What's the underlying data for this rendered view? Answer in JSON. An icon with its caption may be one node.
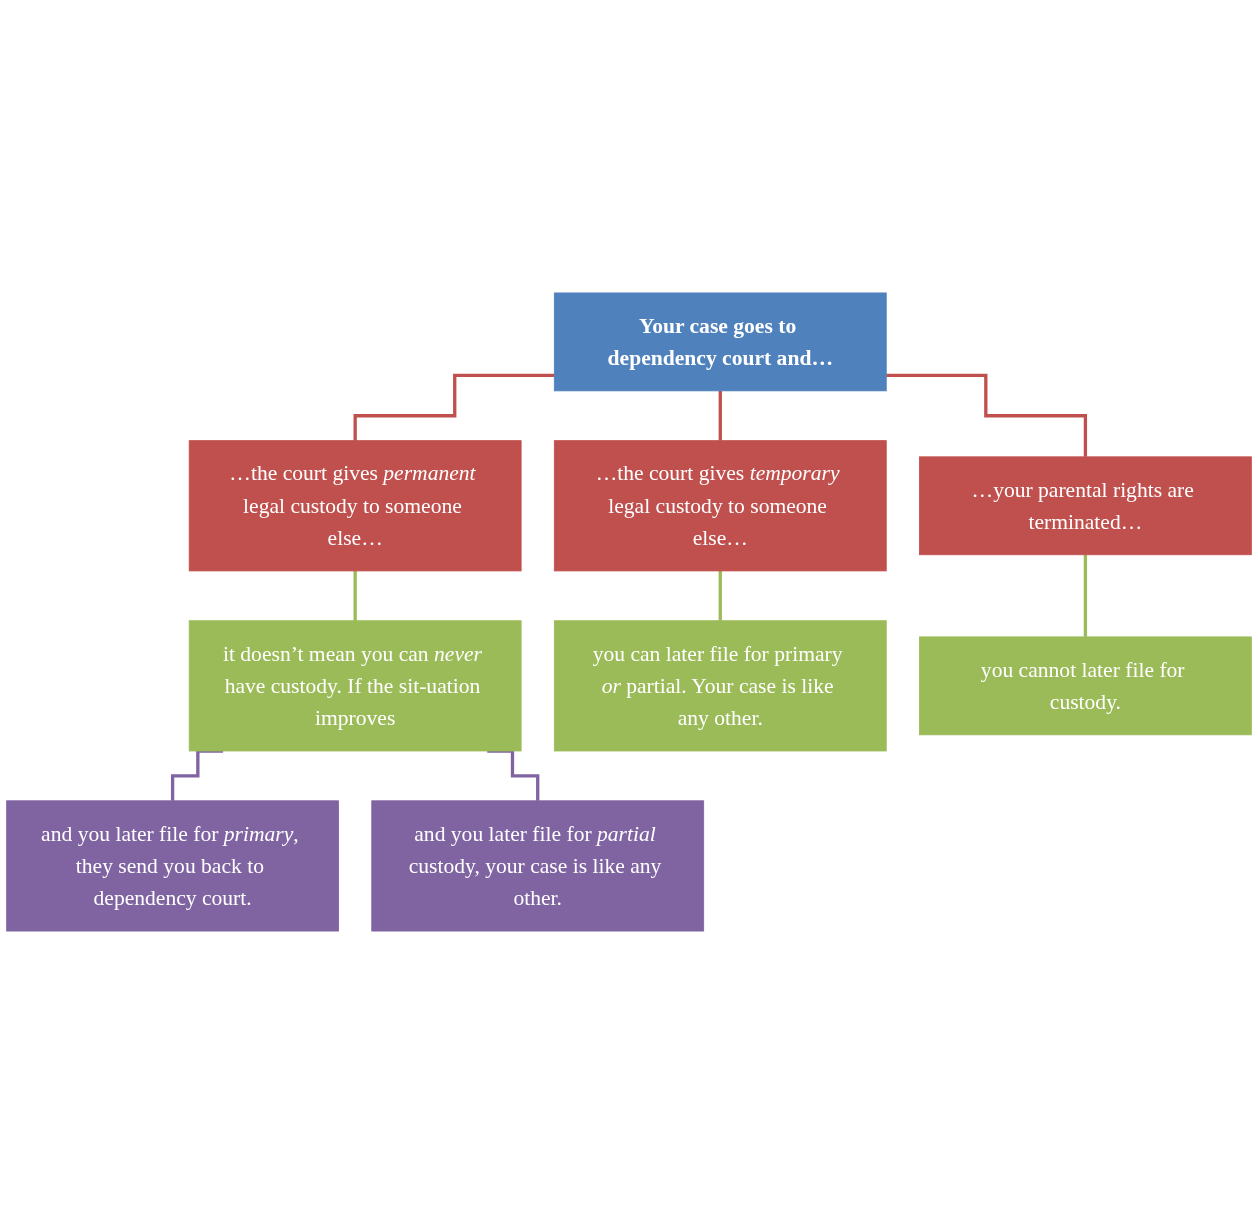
{
  "diagram": {
    "nodes": [
      {
        "text": [
          "Your case goes to dependency court and…"
        ]
      },
      {
        "text": [
          "…the court gives *permanent* legal custody to someone else…"
        ]
      },
      {
        "text": [
          "…the court gives *temporary* legal custody to someone else…"
        ]
      },
      {
        "text": [
          "…your parental rights are terminated…"
        ]
      },
      {
        "text": [
          "it doesn’t mean you can *never* have custody. If the sit-uation improves"
        ]
      },
      {
        "text": [
          "you can later file for primary *or* partial. Your case is like any other."
        ]
      },
      {
        "text": [
          "you cannot later file for custody."
        ]
      },
      {
        "text": [
          "and you later file for *primary*, they send you back to dependency court."
        ]
      },
      {
        "text": [
          "and you later file for *partial* custody, your case is like any other."
        ]
      }
    ],
    "edges": [
      {
        "from": 0,
        "to": 1,
        "arrow": "none",
        "color": "#c0504d"
      },
      {
        "from": 0,
        "to": 2,
        "arrow": "none",
        "color": "#c0504d"
      },
      {
        "from": 0,
        "to": 3,
        "arrow": "none",
        "color": "#c0504d"
      },
      {
        "from": 1,
        "to": 4,
        "arrow": "none",
        "color": "#9bbb59"
      },
      {
        "from": 2,
        "to": 5,
        "arrow": "none",
        "color": "#9bbb59"
      },
      {
        "from": 3,
        "to": 6,
        "arrow": "none",
        "color": "#9bbb59"
      },
      {
        "from": 4,
        "to": 7,
        "arrow": "none",
        "color": "#8064a2"
      },
      {
        "from": 4,
        "to": 8,
        "arrow": "none",
        "color": "#8064a2"
      }
    ]
  }
}
